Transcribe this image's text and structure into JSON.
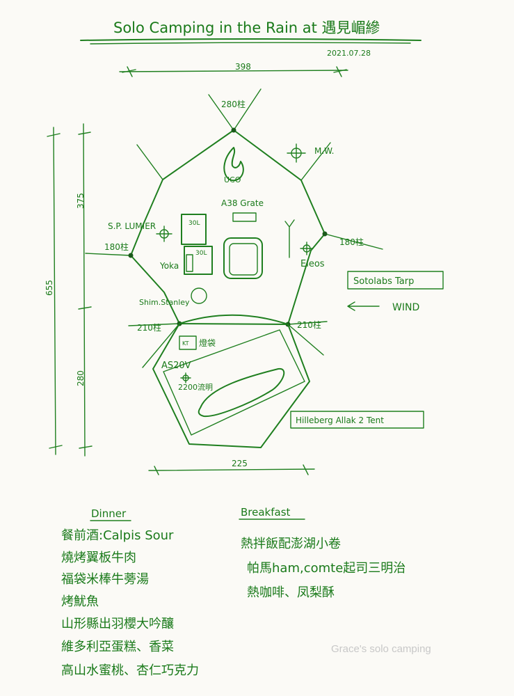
{
  "title": "Solo Camping in the Rain at 遇見嵋縿",
  "date": "2021.07.28",
  "dimensions": {
    "top_width": "398",
    "bottom_width": "225",
    "left_total": "655",
    "left_upper": "375",
    "left_lower": "280"
  },
  "poles": {
    "top": "280柱",
    "left_mid": "180柱",
    "right_mid": "180柱",
    "left_low": "210柱",
    "right_low": "210柱"
  },
  "labels": {
    "uco": "UCO",
    "mw": "M.W.",
    "a38": "A38 Grate",
    "sp_lumier": "S.P. LUMIER",
    "box1": "30L",
    "box2": "30L",
    "yoka": "Yoka",
    "eleos": "Eleos",
    "shim": "Shim.Stanley",
    "sotolabs": "Sotolabs Tarp",
    "wind": "WIND",
    "lamp_bag": "燈袋",
    "lamp_bag_a": "KT",
    "as20v": "AS20V",
    "lamp2200": "2200流明",
    "hilleberg": "Hilleberg Allak 2 Tent"
  },
  "dinner": {
    "heading": "Dinner",
    "items": [
      "餐前酒:Calpis Sour",
      "燒烤翼板牛肉",
      "福袋米棒牛蒡湯",
      "烤魷魚",
      "山形縣出羽櫻大吟釀",
      "維多利亞蛋糕、香菜",
      "高山水蜜桃、杏仁巧克力"
    ]
  },
  "breakfast": {
    "heading": "Breakfast",
    "items": [
      "熱拌飯配澎湖小卷",
      "帕馬ham,comte起司三明治",
      "熱咖啡、凤梨酥"
    ]
  },
  "watermark": "Grace's solo camping",
  "colors": {
    "ink": "#1f7f1f",
    "paper": "#fbfaf6"
  }
}
